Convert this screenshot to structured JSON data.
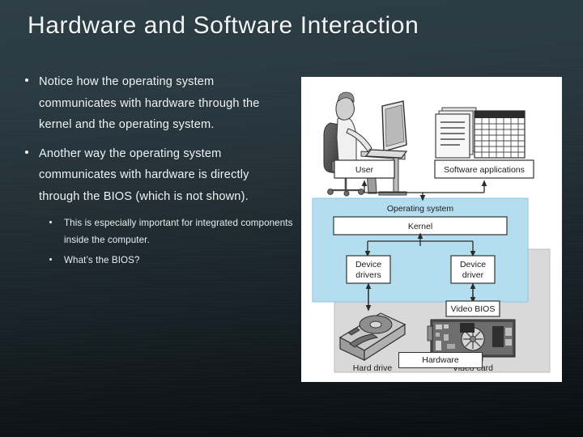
{
  "slide": {
    "title": "Hardware and Software Interaction",
    "background_top_color": "#2e3e45",
    "background_bottom_color": "#090d10",
    "text_color": "#eef2f4"
  },
  "body": {
    "bullets": [
      {
        "level": 1,
        "text": "Notice how the operating system communicates with hardware through the kernel and the operating system."
      },
      {
        "level": 1,
        "text": "Another way the operating system communicates with hardware is directly through the BIOS (which is not shown)."
      },
      {
        "level": 2,
        "text": "This is especially important for integrated components inside the computer."
      },
      {
        "level": 2,
        "text": "What’s the  BIOS?"
      }
    ]
  },
  "diagram": {
    "panel_background": "#ffffff",
    "os_layer_color": "#b4ddf0",
    "hardware_layer_color": "#d9d9d9",
    "box_border_color": "#3a3a3a",
    "label_color": "#1a1a1a",
    "boxes": {
      "user": "User",
      "software_applications": "Software applications",
      "operating_system": "Operating system",
      "kernel": "Kernel",
      "device_drivers": "Device drivers",
      "device_driver": "Device driver",
      "video_bios": "Video BIOS",
      "hard_drive": "Hard drive",
      "video_card": "Video card",
      "hardware": "Hardware"
    },
    "icons": {
      "user": "person-at-desk-with-laptop-icon",
      "software": "documents-and-spreadsheet-icon",
      "storage": "hard-disk-drive-icon",
      "graphics": "video-card-icon"
    }
  }
}
